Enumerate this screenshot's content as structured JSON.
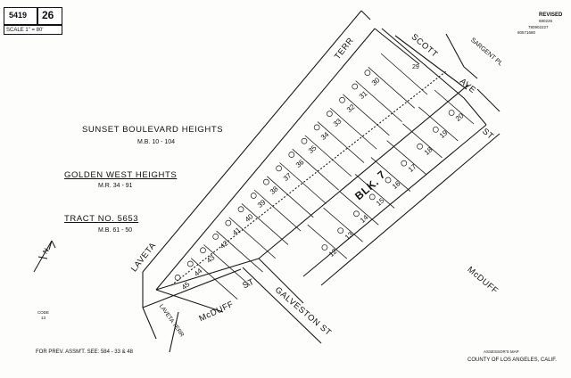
{
  "header": {
    "book_number": "5419",
    "page_number": "26",
    "scale": "SCALE 1\" = 80'"
  },
  "revision": {
    "label": "REVISED",
    "codes": [
      "680226",
      "780902227",
      "80571680"
    ]
  },
  "tracts": [
    {
      "name": "SUNSET BOULEVARD HEIGHTS",
      "ref": "M.B. 10 - 104"
    },
    {
      "name": "GOLDEN WEST HEIGHTS",
      "ref": "M.R. 34 - 91"
    },
    {
      "name": "TRACT NO. 5653",
      "ref": "M.B. 61 - 50"
    }
  ],
  "streets": {
    "laveta_terr": "LAVETA",
    "laveta_terr2": "TERR",
    "scott_ave": "SCOTT",
    "ave": "AVE",
    "st_right": "ST",
    "sargent_pl": "SARGENT PL",
    "mcduff_st_left": "McDUFF",
    "st_left": "ST",
    "galveston_st": "GALVESTON ST",
    "mcduff_right": "McDUFF",
    "laveta_small": "LAVETA TERR",
    "block_label": "BLK.",
    "block_number": "7"
  },
  "parcels_upper": [
    "30",
    "31",
    "32",
    "33",
    "34",
    "35",
    "36",
    "37",
    "38",
    "39",
    "40",
    "41",
    "42",
    "43",
    "44",
    "45"
  ],
  "parcels_lower": [
    "20",
    "19",
    "18",
    "17",
    "16",
    "15",
    "14",
    "13",
    "12"
  ],
  "parcel_small": [
    "29"
  ],
  "north_arrow": "N",
  "code": {
    "label": "CODE",
    "value": "13"
  },
  "footer": {
    "prev_assmt": "FOR PREV. ASSM'T. SEE: 584 - 33 & 48",
    "assessor_title": "ASSESSOR'S MAP",
    "county": "COUNTY OF LOS ANGELES, CALIF."
  }
}
